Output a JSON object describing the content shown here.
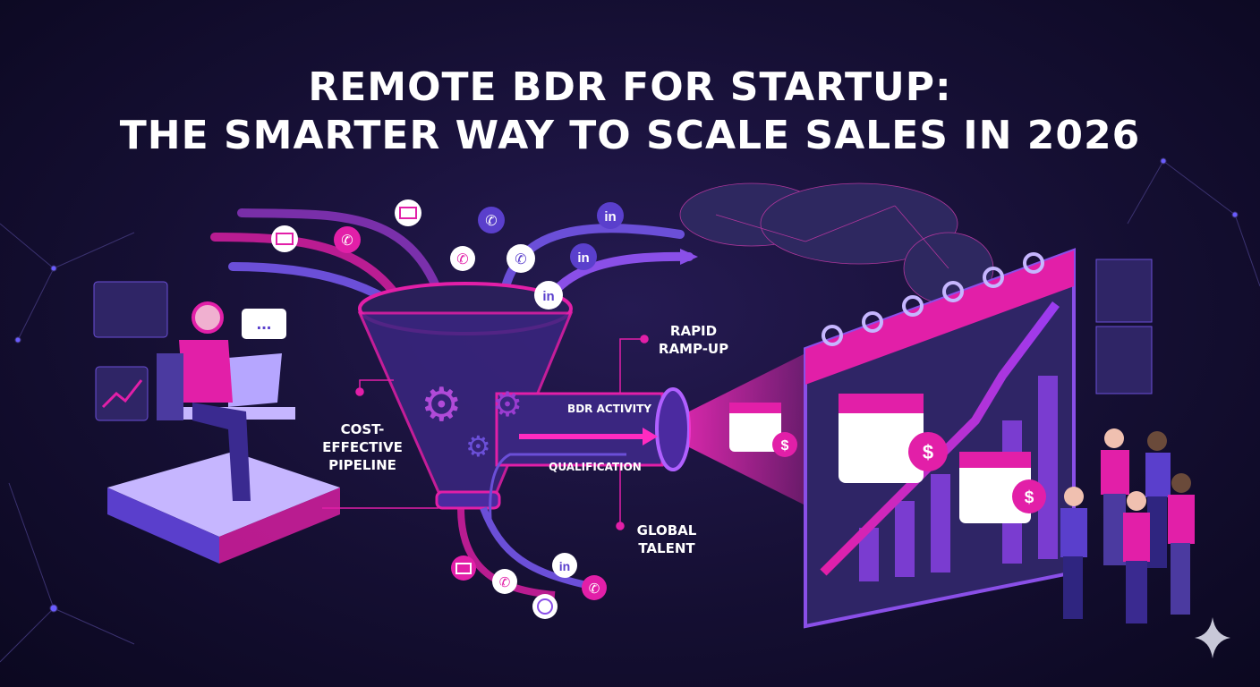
{
  "title": {
    "line1": "REMOTE BDR FOR STARTUP:",
    "line2": "THE SMARTER WAY TO SCALE SALES IN 2026"
  },
  "labels": {
    "cost_effective": [
      "COST-",
      "EFFECTIVE",
      "PIPELINE"
    ],
    "rapid_rampup": [
      "RAPID",
      "RAMP-UP"
    ],
    "bdr_activity": "BDR ACTIVITY",
    "qualification": "QUALIFICATION",
    "global_talent": [
      "GLOBAL",
      "TALENT"
    ]
  },
  "icons": [
    "email-icon",
    "phone-icon",
    "linkedin-icon",
    "whatsapp-icon",
    "gear-icon",
    "calendar-icon",
    "dollar-icon",
    "chat-bubble-icon",
    "headset-icon",
    "laptop-icon",
    "world-map",
    "trend-arrow-icon",
    "sparkle-icon"
  ],
  "badge_text": {
    "linkedin": "in",
    "dollar": "$",
    "chat": "..."
  },
  "colors": {
    "background": "#150f33",
    "magenta": "#e21fa8",
    "purple": "#6b4fd8",
    "violet": "#9a5cf0"
  }
}
